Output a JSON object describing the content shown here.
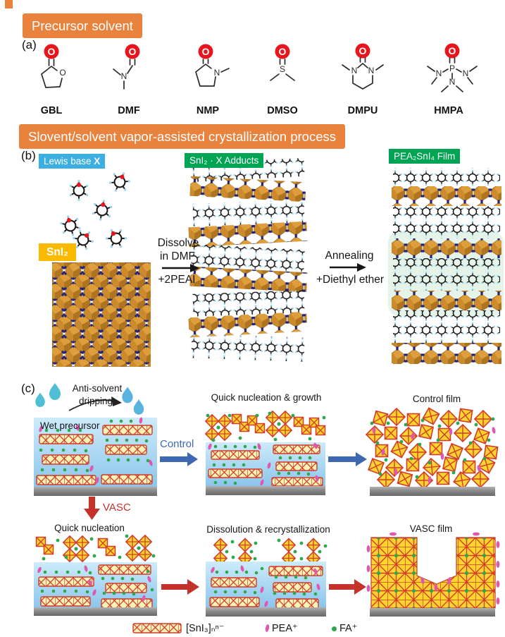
{
  "figure": {
    "title_banner_1": "Precursor solvent",
    "title_banner_2": "Slovent/solvent vapor-assisted crystallization process",
    "label_a": "(a)",
    "label_b": "(b)",
    "label_c": "(c)"
  },
  "solvents": [
    {
      "name": "GBL"
    },
    {
      "name": "DMF"
    },
    {
      "name": "NMP"
    },
    {
      "name": "DMSO"
    },
    {
      "name": "DMPU"
    },
    {
      "name": "HMPA"
    }
  ],
  "panel_b": {
    "lewis_base_prefix": "Lewis base ",
    "lewis_base_x": "X",
    "sni2_label": "SnI₂",
    "adducts_label": "SnI₂ · X Adducts",
    "film_label": "PEA₂SnI₄ Film",
    "step1": {
      "line1": "Dissolve",
      "line2": "in DMF",
      "below": "+2PEAI"
    },
    "step2": {
      "line1": "Annealing",
      "below": "+Diethyl ether"
    }
  },
  "panel_c": {
    "anti_solvent_line1": "Anti-solvent",
    "anti_solvent_line2": "dripping",
    "wet_precursor_label": "Wet precursor",
    "control_arrow_label": "Control",
    "vasc_arrow_label": "VASC",
    "quick_growth_title": "Quick nucleation & growth",
    "control_film_title": "Control film",
    "quick_nucleation_title": "Quick nucleation",
    "dissolution_title": "Dissolution & recrystallization",
    "vasc_film_title": "VASC film"
  },
  "legend": {
    "sni3_label": "[SnI₃]ₙⁿ⁻",
    "pea_label": "PEA⁺",
    "fa_label": "FA⁺"
  },
  "colors": {
    "banner_orange": "#E8823C",
    "label_blue": "#3BAEE2",
    "label_green": "#00A553",
    "label_yellow": "#FBBA00",
    "oxygen_red": "#E8151D",
    "crystal_yellow": "#FFD42E",
    "crystal_red": "#D23B28",
    "fa_green": "#2EA84C",
    "pea_pink": "#E057B0",
    "control_blue": "#3E68B2",
    "vasc_red": "#C5322B",
    "solution_blue": "#8FC6EB",
    "substrate_gray": "#7A7A7A",
    "polyhedra_orange": "#CB8A2C"
  }
}
